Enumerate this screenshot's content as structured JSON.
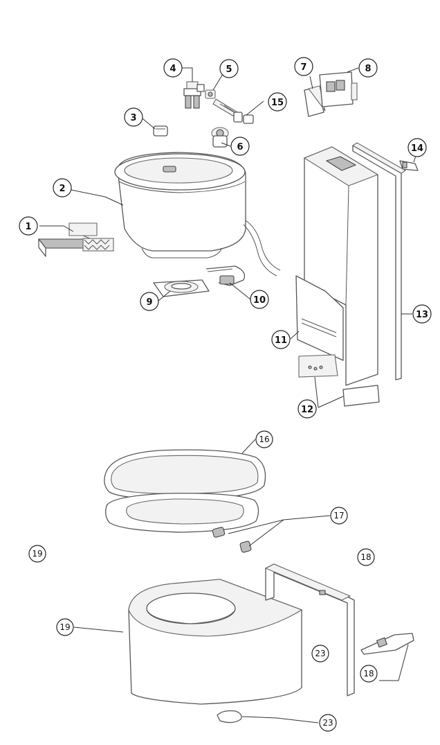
{
  "callouts": {
    "c1": "1",
    "c2": "2",
    "c3": "3",
    "c4": "4",
    "c5": "5",
    "c6": "6",
    "c7": "7",
    "c8": "8",
    "c9": "9",
    "c10": "10",
    "c11": "11",
    "c12": "12",
    "c13": "13",
    "c14": "14",
    "c15": "15",
    "c16": "16",
    "c17": "17",
    "c18a": "18",
    "c18b": "18",
    "c19a": "19",
    "c19b": "19",
    "c23a": "23",
    "c23b": "23"
  }
}
